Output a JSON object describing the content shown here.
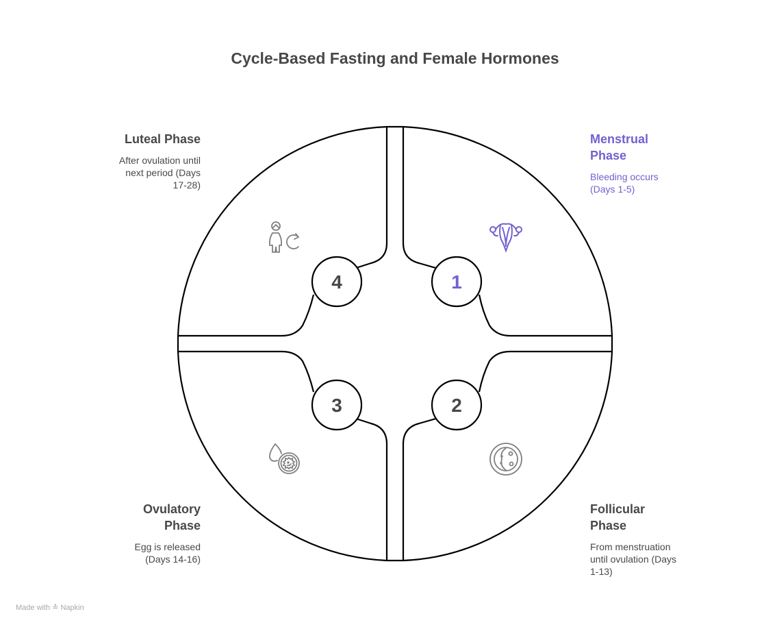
{
  "title": "Cycle-Based Fasting and Female Hormones",
  "accent_color": "#7460cf",
  "text_color": "#484848",
  "phases": [
    {
      "number": "1",
      "heading": "Menstrual Phase",
      "heading_line1": "Menstrual",
      "heading_line2": "Phase",
      "desc_line1": "Bleeding occurs",
      "desc_line2": "(Days 1-5)",
      "desc_line3": "",
      "icon": "uterus-icon",
      "highlighted": true
    },
    {
      "number": "2",
      "heading": "Follicular Phase",
      "heading_line1": "Follicular",
      "heading_line2": "Phase",
      "desc_line1": "From menstruation",
      "desc_line2": "until ovulation (Days",
      "desc_line3": "1-13)",
      "icon": "follicle-icon",
      "highlighted": false
    },
    {
      "number": "3",
      "heading": "Ovulatory Phase",
      "heading_line1": "Ovulatory",
      "heading_line2": "Phase",
      "desc_line1": "Egg is released",
      "desc_line2": "(Days 14-16)",
      "desc_line3": "",
      "icon": "egg-release-icon",
      "highlighted": false
    },
    {
      "number": "4",
      "heading": "Luteal Phase",
      "heading_line1": "Luteal Phase",
      "heading_line2": "",
      "desc_line1": "After ovulation until",
      "desc_line2": "next period (Days",
      "desc_line3": "17-28)",
      "icon": "woman-cycle-icon",
      "highlighted": false
    }
  ],
  "footer": {
    "made_with": "Made with",
    "brand": "Napkin"
  }
}
